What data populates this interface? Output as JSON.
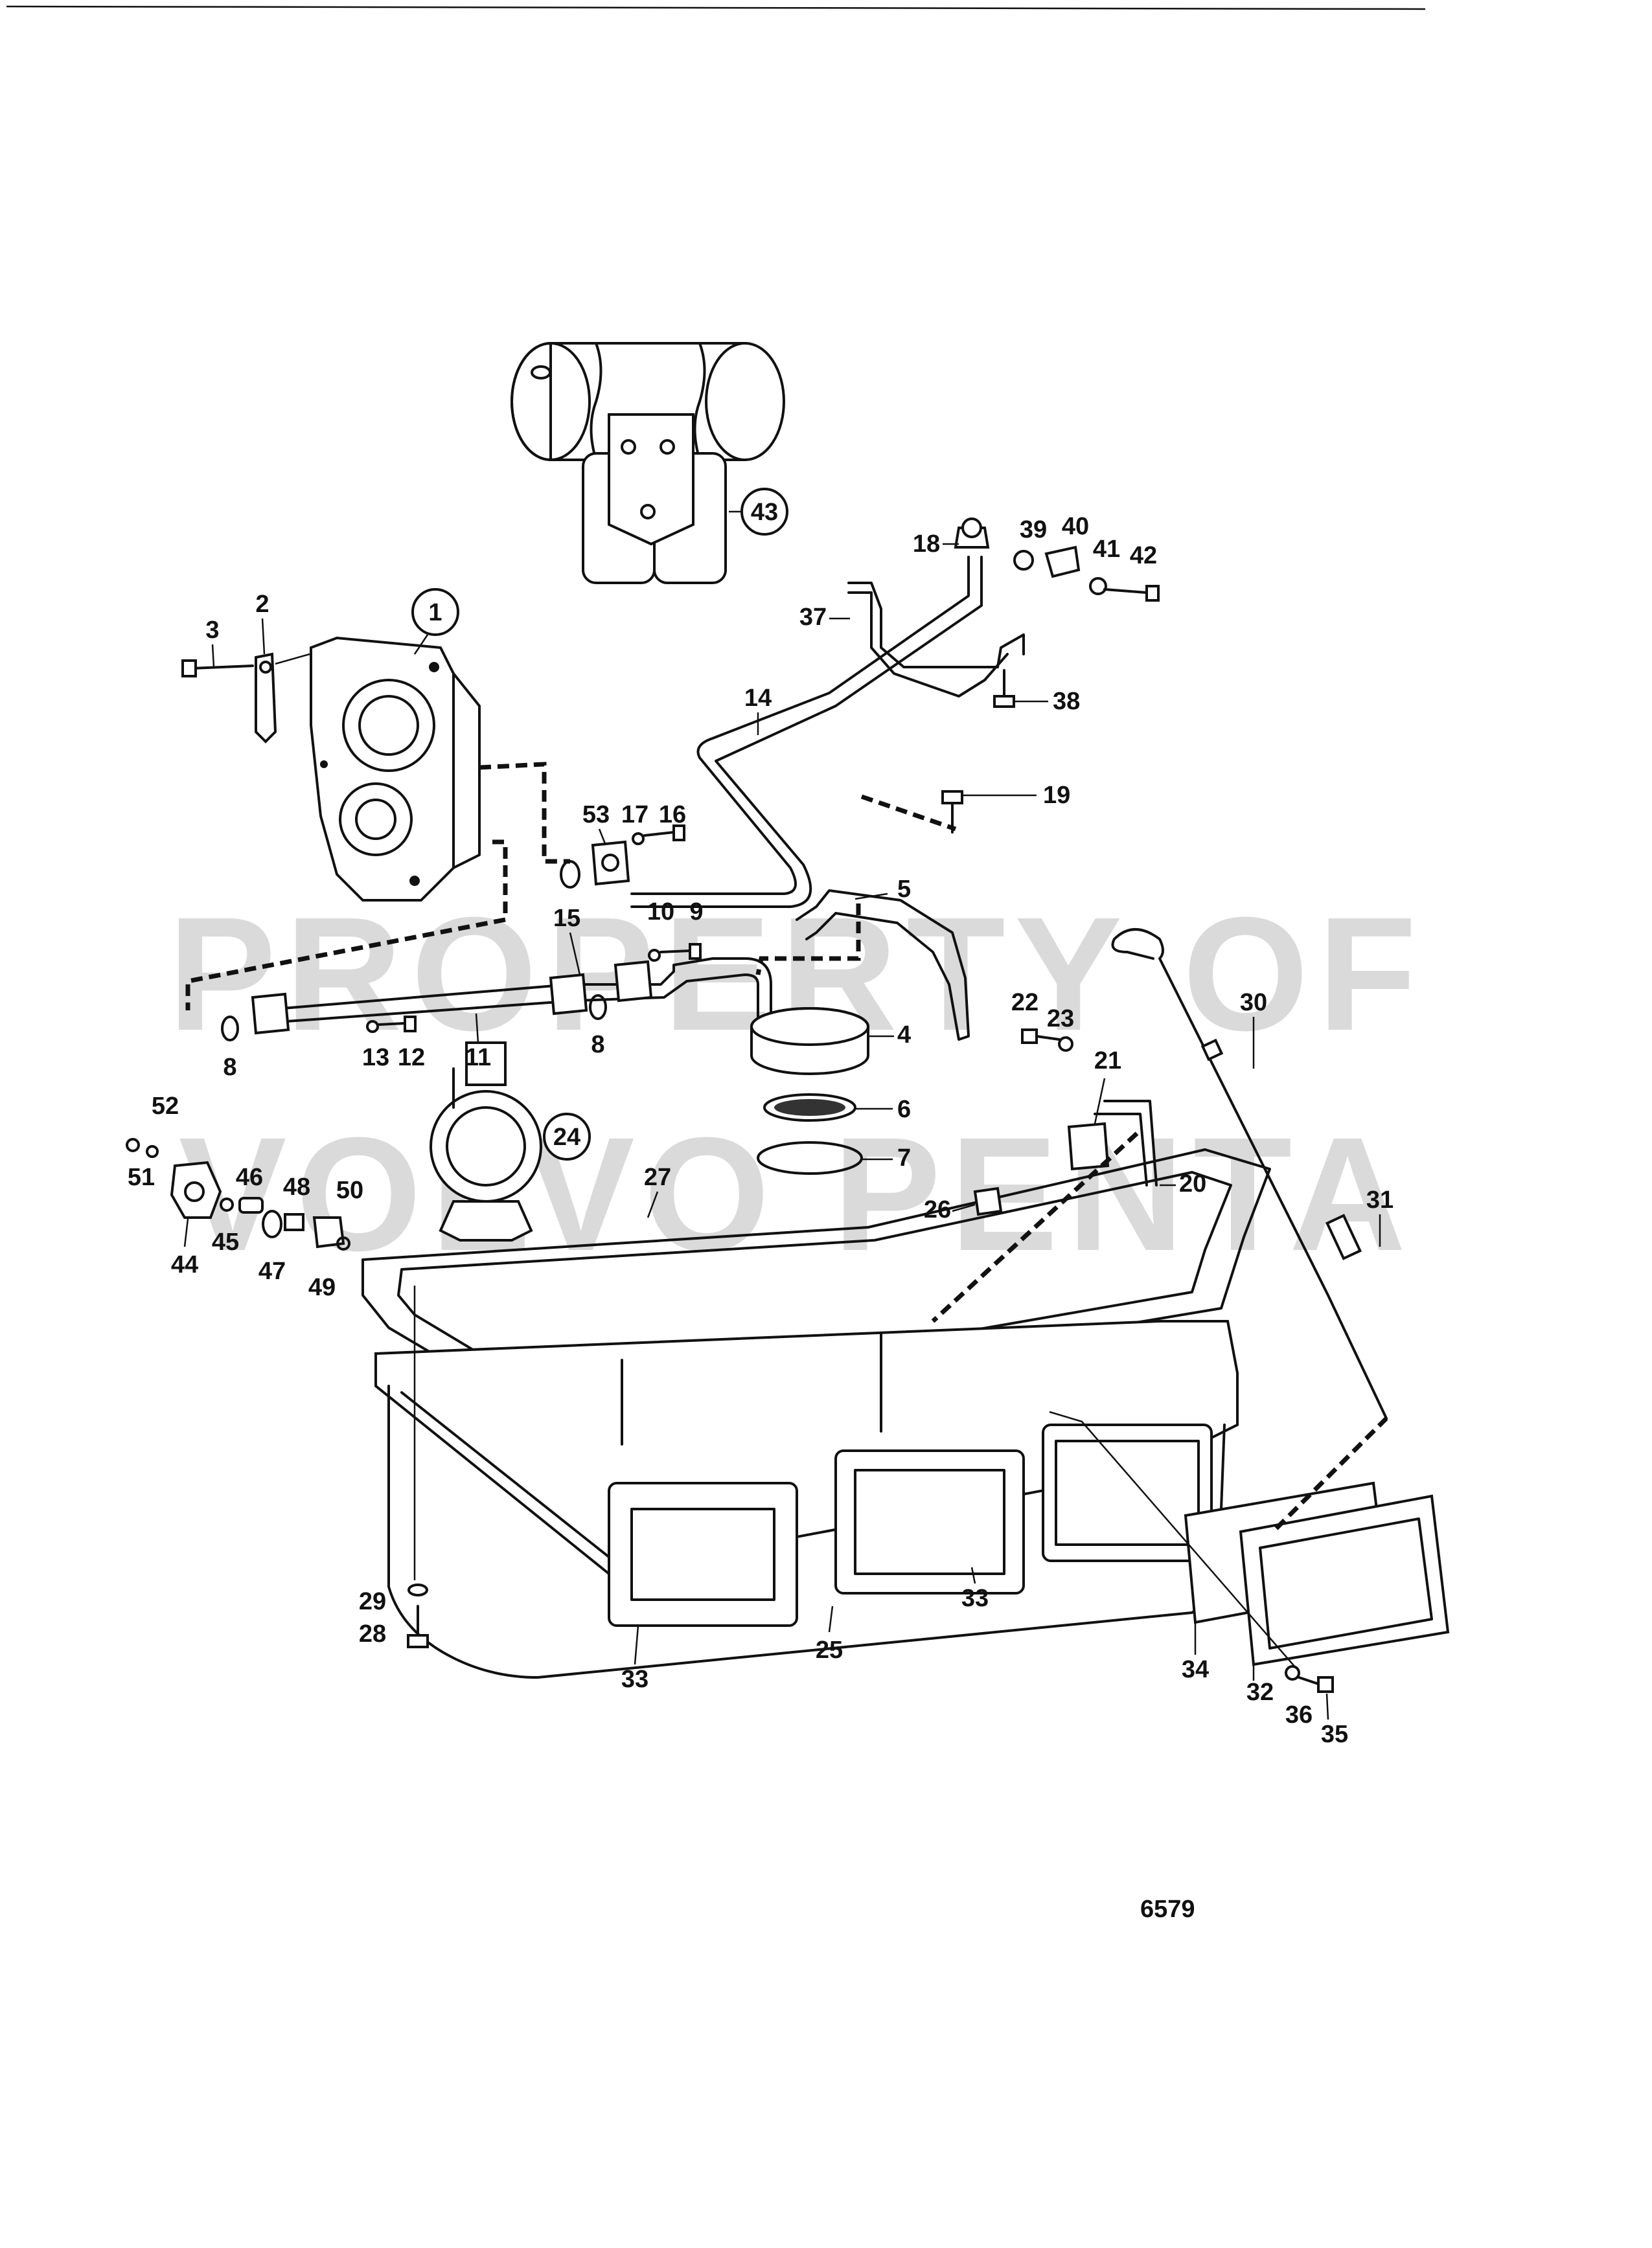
{
  "watermark": {
    "line1": "PROPERTY OF",
    "line2": "VOLVO PENTA"
  },
  "figure_number": "6579",
  "callouts": [
    {
      "id": "c1",
      "text": "1",
      "circled": true
    },
    {
      "id": "c2",
      "text": "2"
    },
    {
      "id": "c3",
      "text": "3"
    },
    {
      "id": "c4",
      "text": "4"
    },
    {
      "id": "c5",
      "text": "5"
    },
    {
      "id": "c6",
      "text": "6"
    },
    {
      "id": "c7",
      "text": "7"
    },
    {
      "id": "c8a",
      "text": "8"
    },
    {
      "id": "c8b",
      "text": "8"
    },
    {
      "id": "c9",
      "text": "9"
    },
    {
      "id": "c10",
      "text": "10"
    },
    {
      "id": "c11",
      "text": "11"
    },
    {
      "id": "c12",
      "text": "12"
    },
    {
      "id": "c13",
      "text": "13"
    },
    {
      "id": "c14",
      "text": "14"
    },
    {
      "id": "c15",
      "text": "15"
    },
    {
      "id": "c16",
      "text": "16"
    },
    {
      "id": "c17",
      "text": "17"
    },
    {
      "id": "c18",
      "text": "18"
    },
    {
      "id": "c19",
      "text": "19"
    },
    {
      "id": "c20",
      "text": "20"
    },
    {
      "id": "c21",
      "text": "21"
    },
    {
      "id": "c22",
      "text": "22"
    },
    {
      "id": "c23",
      "text": "23"
    },
    {
      "id": "c24",
      "text": "24",
      "circled": true
    },
    {
      "id": "c25",
      "text": "25"
    },
    {
      "id": "c26",
      "text": "26"
    },
    {
      "id": "c27",
      "text": "27"
    },
    {
      "id": "c28",
      "text": "28"
    },
    {
      "id": "c29",
      "text": "29"
    },
    {
      "id": "c30",
      "text": "30"
    },
    {
      "id": "c31",
      "text": "31"
    },
    {
      "id": "c32",
      "text": "32"
    },
    {
      "id": "c33a",
      "text": "33"
    },
    {
      "id": "c33b",
      "text": "33"
    },
    {
      "id": "c34",
      "text": "34"
    },
    {
      "id": "c35",
      "text": "35"
    },
    {
      "id": "c36",
      "text": "36"
    },
    {
      "id": "c37",
      "text": "37"
    },
    {
      "id": "c38",
      "text": "38"
    },
    {
      "id": "c39",
      "text": "39"
    },
    {
      "id": "c40",
      "text": "40"
    },
    {
      "id": "c41",
      "text": "41"
    },
    {
      "id": "c42",
      "text": "42"
    },
    {
      "id": "c43",
      "text": "43",
      "circled": true
    },
    {
      "id": "c44",
      "text": "44"
    },
    {
      "id": "c45",
      "text": "45"
    },
    {
      "id": "c46",
      "text": "46"
    },
    {
      "id": "c47",
      "text": "47"
    },
    {
      "id": "c48",
      "text": "48"
    },
    {
      "id": "c49",
      "text": "49"
    },
    {
      "id": "c50",
      "text": "50"
    },
    {
      "id": "c51",
      "text": "51"
    },
    {
      "id": "c52",
      "text": "52"
    },
    {
      "id": "c53",
      "text": "53"
    }
  ]
}
